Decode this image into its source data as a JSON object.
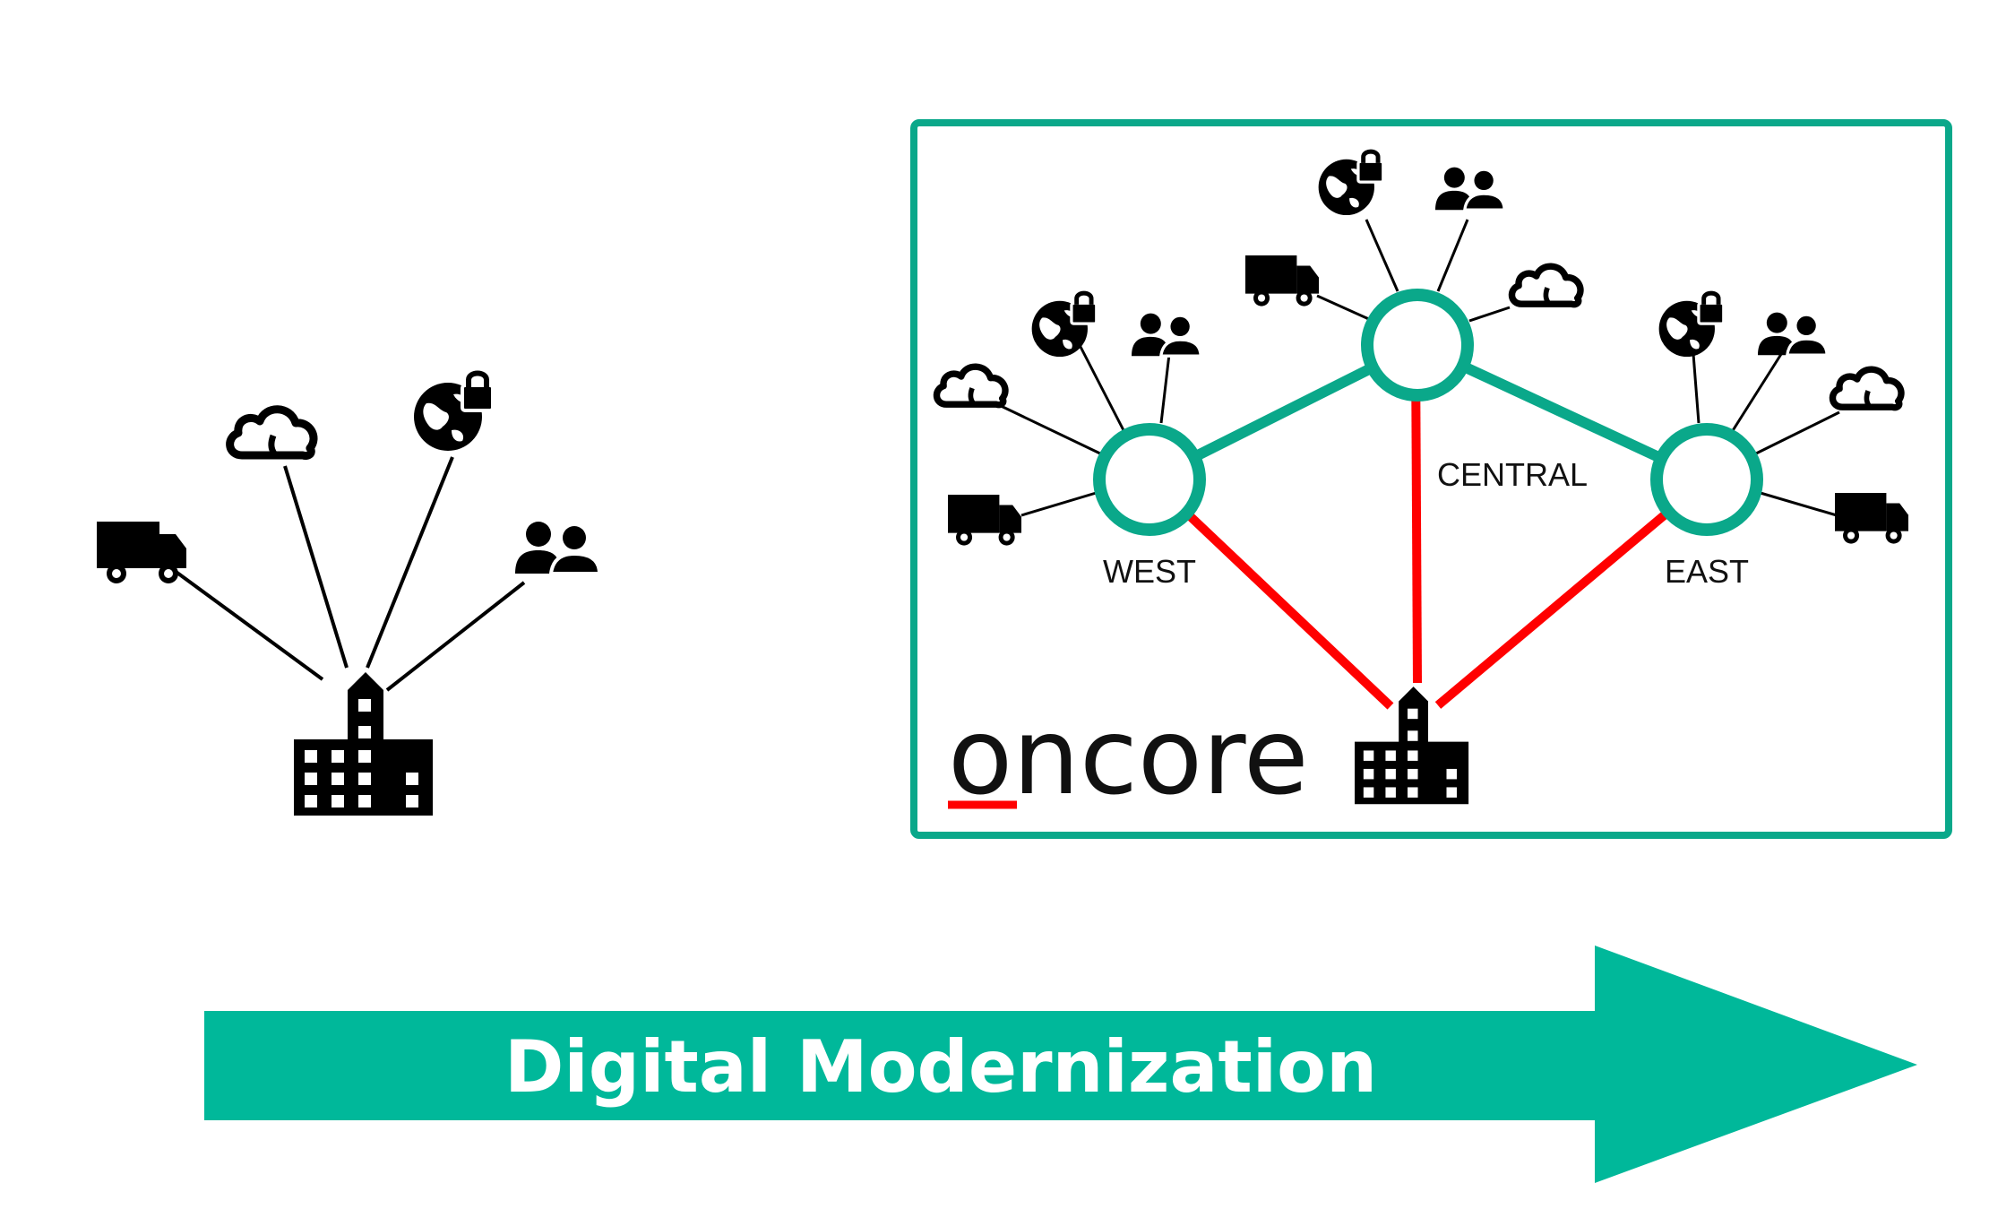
{
  "colors": {
    "accent": "#00b89a",
    "node_ring": "#0aa88a",
    "link_red": "#ff0000",
    "icon": "#000000"
  },
  "nodes": {
    "west_label": "WEST",
    "central_label": "CENTRAL",
    "east_label": "EAST"
  },
  "logo": {
    "text": "oncore"
  },
  "arrow": {
    "label": "Digital Modernization"
  },
  "icons": {
    "before": [
      "truck-icon",
      "cloud-icon",
      "secure-globe-icon",
      "users-icon",
      "building-icon"
    ],
    "west": [
      "cloud-icon",
      "secure-globe-icon",
      "users-icon",
      "truck-icon"
    ],
    "central": [
      "truck-icon",
      "secure-globe-icon",
      "users-icon",
      "cloud-icon"
    ],
    "east": [
      "secure-globe-icon",
      "users-icon",
      "cloud-icon",
      "truck-icon"
    ],
    "hq": "building-icon"
  }
}
